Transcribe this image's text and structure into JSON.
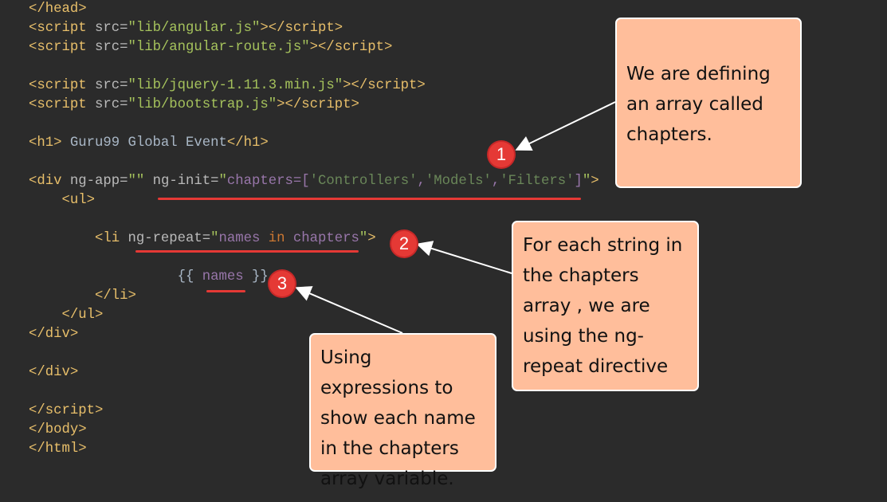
{
  "code_lines": [
    [
      [
        "tag",
        "</head>"
      ]
    ],
    [
      [
        "tag",
        "<script "
      ],
      [
        "attr",
        "src="
      ],
      [
        "str",
        "\"lib/angular.js\""
      ],
      [
        "tag",
        "></script>"
      ]
    ],
    [
      [
        "tag",
        "<script "
      ],
      [
        "attr",
        "src="
      ],
      [
        "str",
        "\"lib/angular-route.js\""
      ],
      [
        "tag",
        "></script>"
      ]
    ],
    [],
    [
      [
        "tag",
        "<script "
      ],
      [
        "attr",
        "src="
      ],
      [
        "str",
        "\"lib/jquery-1.11.3.min.js\""
      ],
      [
        "tag",
        "></script>"
      ]
    ],
    [
      [
        "tag",
        "<script "
      ],
      [
        "attr",
        "src="
      ],
      [
        "str",
        "\"lib/bootstrap.js\""
      ],
      [
        "tag",
        "></script>"
      ]
    ],
    [],
    [
      [
        "tag",
        "<h1>"
      ],
      [
        "txt",
        " Guru99 Global Event"
      ],
      [
        "tag",
        "</h1>"
      ]
    ],
    [],
    [
      [
        "tag",
        "<div "
      ],
      [
        "attr",
        "ng-app="
      ],
      [
        "str",
        "\"\" "
      ],
      [
        "attr",
        "ng-init="
      ],
      [
        "str",
        "\""
      ],
      [
        "var",
        "chapters=["
      ],
      [
        "lit",
        "'Controllers'"
      ],
      [
        "var",
        ","
      ],
      [
        "lit",
        "'Models'"
      ],
      [
        "var",
        ","
      ],
      [
        "lit",
        "'Filters'"
      ],
      [
        "var",
        "]"
      ],
      [
        "str",
        "\""
      ],
      [
        "tag",
        ">"
      ]
    ],
    [
      [
        "txt",
        "    "
      ],
      [
        "tag",
        "<ul>"
      ]
    ],
    [],
    [
      [
        "txt",
        "        "
      ],
      [
        "tag",
        "<li "
      ],
      [
        "attr",
        "ng-repeat="
      ],
      [
        "str",
        "\""
      ],
      [
        "var",
        "names "
      ],
      [
        "kw",
        "in"
      ],
      [
        "var",
        " chapters"
      ],
      [
        "str",
        "\""
      ],
      [
        "tag",
        ">"
      ]
    ],
    [],
    [
      [
        "txt",
        "                  {{ "
      ],
      [
        "var",
        "names"
      ],
      [
        "txt",
        " }}"
      ]
    ],
    [
      [
        "txt",
        "        "
      ],
      [
        "tag",
        "</li>"
      ]
    ],
    [
      [
        "txt",
        "    "
      ],
      [
        "tag",
        "</ul>"
      ]
    ],
    [
      [
        "tag",
        "</div>"
      ]
    ],
    [],
    [
      [
        "tag",
        "</div>"
      ]
    ],
    [],
    [
      [
        "tag",
        "</script>"
      ]
    ],
    [
      [
        "tag",
        "</body>"
      ]
    ],
    [
      [
        "tag",
        "</html>"
      ]
    ]
  ],
  "markers": [
    "1",
    "2",
    "3"
  ],
  "callouts": [
    "We are defining an array called chapters.",
    "For each string in the chapters array , we are using the ng-repeat directive",
    "Using expressions to show each name in the chapters array variable."
  ],
  "colors": {
    "accent": "#e53935",
    "callout": "#ffbe9b",
    "background": "#2b2b2b"
  }
}
